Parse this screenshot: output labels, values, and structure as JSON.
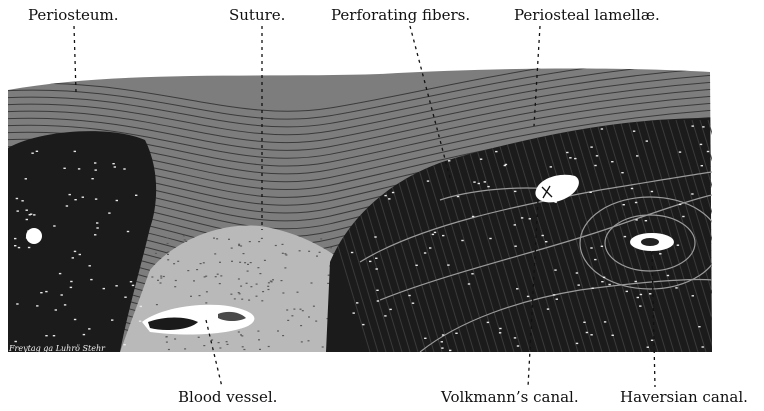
{
  "labels": {
    "periosteum": "Periosteum.",
    "suture": "Suture.",
    "perforating_fibers": "Perforating fibers.",
    "periosteal_lamellae": "Periosteal lamellæ.",
    "blood_vessel": "Blood vessel.",
    "volkmanns_canal": "Volkmann’s canal.",
    "haversian_canal": "Haversian canal."
  },
  "signature": "Freytag ga Luhrö Stehr",
  "colors": {
    "ink": "#111111",
    "dark_bone": "#1b1b1b",
    "fibrous_tissue": "#7d7d7d",
    "suture_tissue": "#b9b9b9",
    "background": "#ffffff"
  }
}
